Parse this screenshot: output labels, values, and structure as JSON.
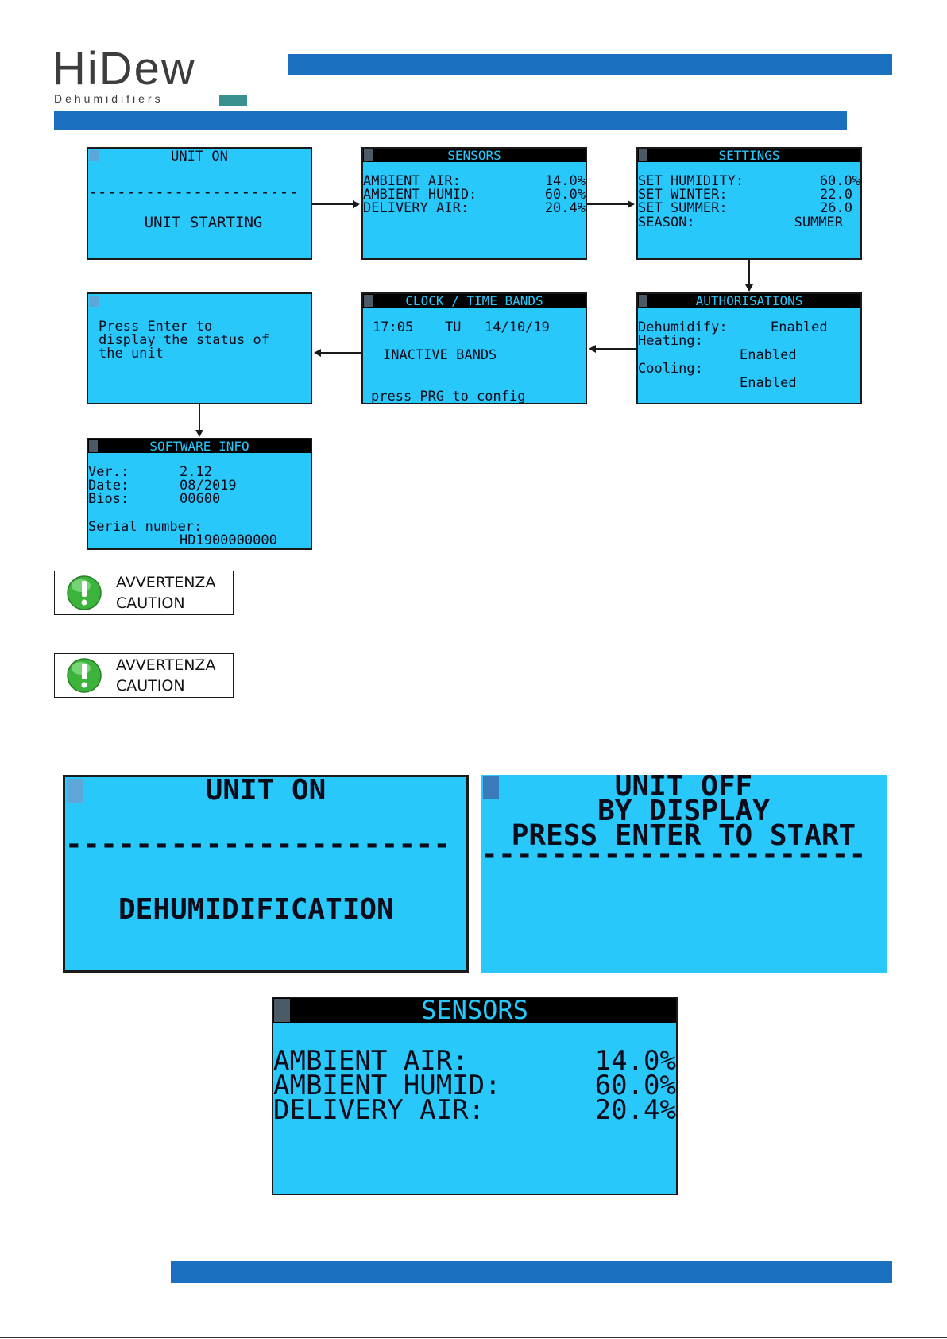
{
  "logo": {
    "brand": "HiDew",
    "tagline": "Dehumidifiers"
  },
  "flow": {
    "unit_on": {
      "title": "UNIT ON",
      "dashes": "----------------------",
      "status": "UNIT STARTING"
    },
    "sensors": {
      "title": "SENSORS",
      "rows": [
        {
          "label": "AMBIENT AIR:",
          "value": "14.0%"
        },
        {
          "label": "AMBIENT HUMID:",
          "value": "60.0%"
        },
        {
          "label": "DELIVERY AIR:",
          "value": "20.4%"
        }
      ]
    },
    "settings": {
      "title": "SETTINGS",
      "rows": [
        {
          "label": "SET HUMIDITY:",
          "value": "60.0%"
        },
        {
          "label": "SET WINTER:",
          "value": "22.0"
        },
        {
          "label": "SET SUMMER:",
          "value": "26.0"
        },
        {
          "label": "SEASON:",
          "value": "SUMMER"
        }
      ]
    },
    "authorisations": {
      "title": "AUTHORISATIONS",
      "dehumidify_label": "Dehumidify:",
      "dehumidify_value": "Enabled",
      "heating_label": "Heating:",
      "heating_value": "Enabled",
      "cooling_label": "Cooling:",
      "cooling_value": "Enabled"
    },
    "clock": {
      "title": "CLOCK / TIME BANDS",
      "time": "17:05",
      "day": "TU",
      "date": "14/10/19",
      "bands": "INACTIVE BANDS",
      "hint": "press PRG to config"
    },
    "press_enter": {
      "line1": "Press Enter to",
      "line2": "display the status of",
      "line3": "the unit"
    },
    "software": {
      "title": "SOFTWARE INFO",
      "ver_label": "Ver.:",
      "ver_value": "2.12",
      "date_label": "Date:",
      "date_value": "08/2019",
      "bios_label": "Bios:",
      "bios_value": "00600",
      "serial_label": "Serial number:",
      "serial_value": "HD1900000000"
    }
  },
  "cautions": [
    {
      "line1": "AVVERTENZA",
      "line2": "CAUTION"
    },
    {
      "line1": "AVVERTENZA",
      "line2": "CAUTION"
    }
  ],
  "large": {
    "unit_on": {
      "title": "UNIT ON",
      "dashes": "----------------------",
      "status": "DEHUMIDIFICATION"
    },
    "unit_off": {
      "line1": "UNIT OFF",
      "line2": "BY DISPLAY",
      "line3": "PRESS ENTER TO START",
      "dashes": "----------------------"
    },
    "sensors": {
      "title": "SENSORS",
      "rows": [
        {
          "label": "AMBIENT AIR:",
          "value": "14.0%"
        },
        {
          "label": "AMBIENT HUMID:",
          "value": "60.0%"
        },
        {
          "label": "DELIVERY AIR:",
          "value": "20.4%"
        }
      ]
    }
  },
  "colors": {
    "band": "#1b6fbf",
    "lcd": "#29c8fb",
    "logo_accent": "#3a8f8f",
    "caution_green": "#3cb43c"
  }
}
